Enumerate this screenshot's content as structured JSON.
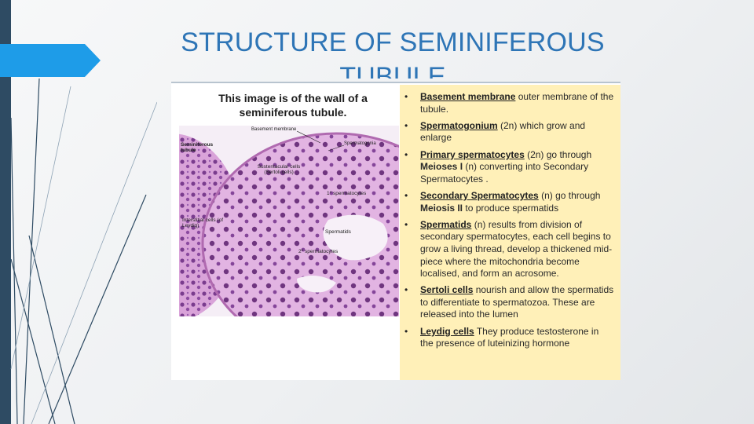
{
  "slide": {
    "title": "STRUCTURE OF SEMINIFEROUS TUBULE"
  },
  "figure": {
    "caption": "This image is of the wall of a seminiferous tubule.",
    "labels": {
      "basement_membrane": "Basement membrane",
      "seminiferous_tubule": "Seminiferous tubule",
      "spermatogonia": "Spermatogonia",
      "sustentacular": "Sustentacular cells (Sertoli cells)",
      "primary_spermatocytes": "1° spermatocytes",
      "interstitial": "Interstitial cells (of Leydig)",
      "spermatids": "Spermatids",
      "secondary_spermatocytes": "2° spermatocytes"
    }
  },
  "notes": {
    "bullet": "•",
    "items": [
      {
        "term": "Basement membrane",
        "text": " outer membrane of the tubule."
      },
      {
        "term": "Spermatogonium",
        "text": " (2n) which grow and enlarge"
      },
      {
        "term": "Primary spermatocytes",
        "text": " (2n) go through ",
        "bold": "Meioses I",
        "tail": " (n) converting into Secondary Spermatocytes ."
      },
      {
        "term": "Secondary Spermatocytes",
        "text": " (n) go through ",
        "bold": "Meiosis II",
        "tail": " to produce spermatids"
      },
      {
        "term": "Spermatids",
        "text": " (n) results from division of secondary spermatocytes,  each cell begins to grow a living thread, develop a thickened mid-piece where the mitochondria become localised, and form an acrosome."
      },
      {
        "term": "Sertoli cells",
        "text": " nourish and allow the spermatids to differentiate to spermatozoa. These are released into the lumen"
      },
      {
        "term": "Leydig cells",
        "text": " They produce testosterone in the presence of luteinizing hormone"
      }
    ]
  }
}
